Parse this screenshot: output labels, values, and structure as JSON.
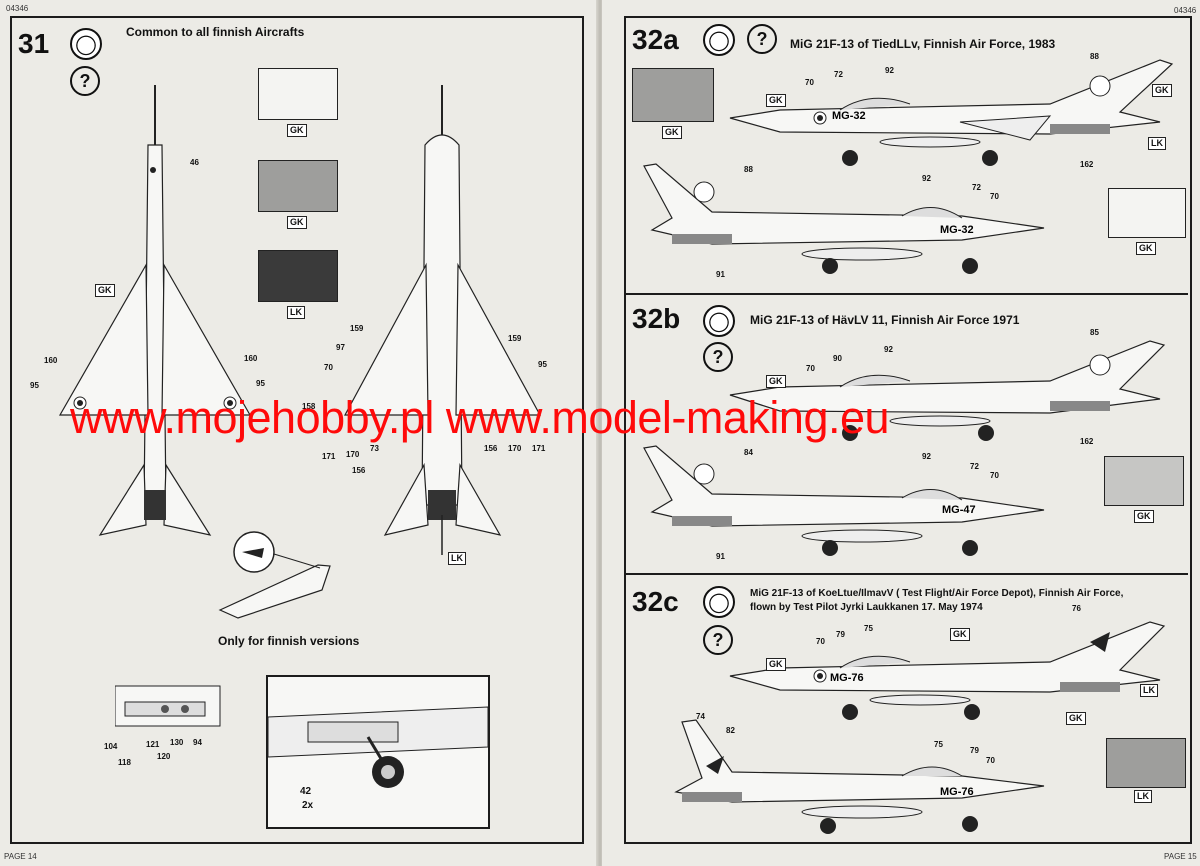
{
  "header": {
    "catalog_number": "04346"
  },
  "left_page": {
    "step_number": "31",
    "title": "Common to all finnish Aircrafts",
    "question": "?",
    "colour_codes": [
      "GK",
      "GK",
      "LK"
    ],
    "callouts": {
      "top_view": [
        "46",
        "160",
        "160",
        "95",
        "95"
      ],
      "bottom_view": [
        "159",
        "97",
        "70",
        "159",
        "95",
        "156",
        "170",
        "171",
        "171",
        "170",
        "73",
        "156",
        "158"
      ],
      "bottom_view_code": "LK"
    },
    "finnish_versions_title": "Only for finnish versions",
    "detail_callouts": [
      "104",
      "118",
      "121",
      "120",
      "130",
      "94"
    ],
    "wheel_callout": "42",
    "wheel_quantity": "2x",
    "page_label": "PAGE 14"
  },
  "right_page": {
    "sections": [
      {
        "id": "32a",
        "title_lines": [
          "MiG 21F-13 of TiedLLv, Finnish Air Force, 1983"
        ],
        "question": "?",
        "upper_callouts": [
          "70",
          "72",
          "92",
          "88",
          "162"
        ],
        "upper_codes": [
          "GK",
          "GK",
          "GK",
          "LK"
        ],
        "serial": "MG-32",
        "lower_callouts": [
          "88",
          "92",
          "72",
          "70",
          "91"
        ],
        "lower_code": "GK"
      },
      {
        "id": "32b",
        "title_lines": [
          "MiG 21F-13 of HävLV 11, Finnish Air Force 1971"
        ],
        "question": "?",
        "upper_callouts": [
          "70",
          "90",
          "92",
          "85",
          "162"
        ],
        "upper_codes": [
          "GK"
        ],
        "serial": "MG-47",
        "lower_callouts": [
          "84",
          "92",
          "72",
          "70",
          "91"
        ],
        "lower_code": "GK"
      },
      {
        "id": "32c",
        "title_lines": [
          "MiG 21F-13 of KoeLtue/IlmavV ( Test Flight/Air Force Depot), Finnish Air Force,",
          "flown by Test Pilot Jyrki Laukkanen  17. May 1974"
        ],
        "question": "?",
        "upper_callouts": [
          "70",
          "79",
          "75",
          "76"
        ],
        "upper_codes": [
          "GK",
          "GK",
          "LK",
          "GK"
        ],
        "serial": "MG-76",
        "lower_callouts": [
          "74",
          "82",
          "75",
          "79",
          "70"
        ],
        "lower_code": "LK"
      }
    ],
    "page_label": "PAGE 15"
  },
  "watermark": "www.mojehobby.pl www.model-making.eu",
  "colors": {
    "watermark": "#ff0a0a",
    "swatch_white": "#f4f4f2",
    "swatch_grey": "#9e9e9c",
    "swatch_dark": "#3a3a3a"
  }
}
